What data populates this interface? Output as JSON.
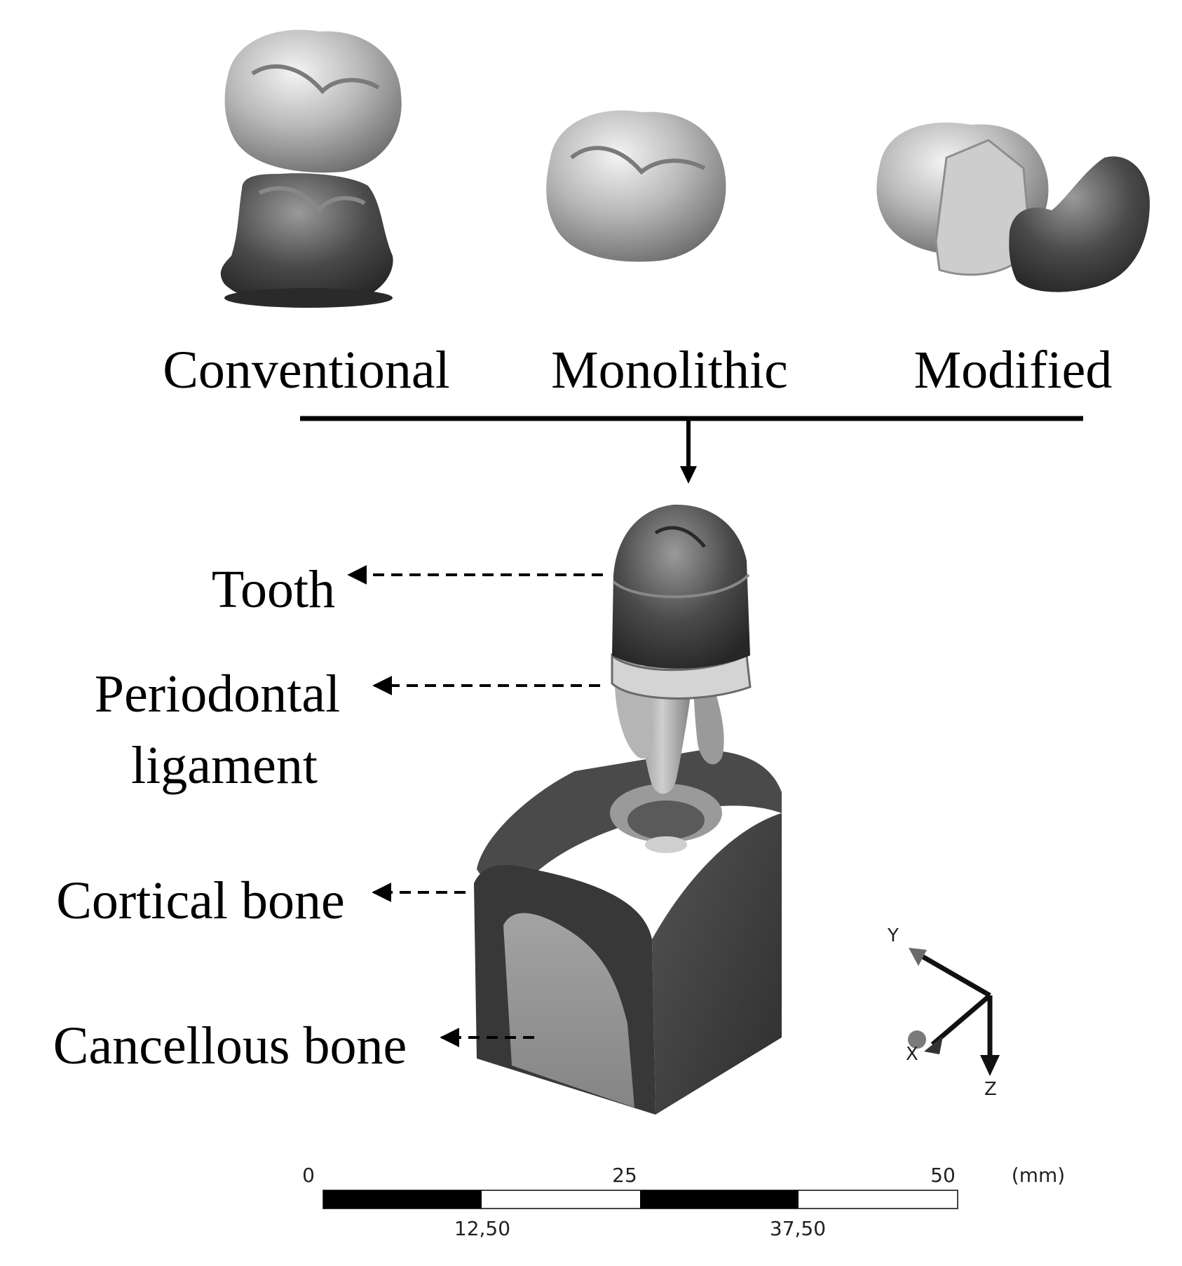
{
  "crown_designs": [
    {
      "label": "Conventional"
    },
    {
      "label": "Monolithic"
    },
    {
      "label": "Modified"
    }
  ],
  "components": [
    {
      "label_lines": [
        "Tooth"
      ]
    },
    {
      "label_lines": [
        "Periodontal",
        "ligament"
      ]
    },
    {
      "label_lines": [
        "Cortical bone"
      ]
    },
    {
      "label_lines": [
        "Cancellous bone"
      ]
    }
  ],
  "axes": {
    "y": "Y",
    "x": "X",
    "z": "Z"
  },
  "scale_bar": {
    "top_ticks": [
      "0",
      "25",
      "50"
    ],
    "bottom_ticks": [
      "12,50",
      "37,50"
    ],
    "unit": "(mm)"
  },
  "colors": {
    "ink": "#000000",
    "light_shade": "#d9d9d9",
    "mid_shade": "#8c8c8c",
    "dark_shade": "#3a3a3a"
  }
}
